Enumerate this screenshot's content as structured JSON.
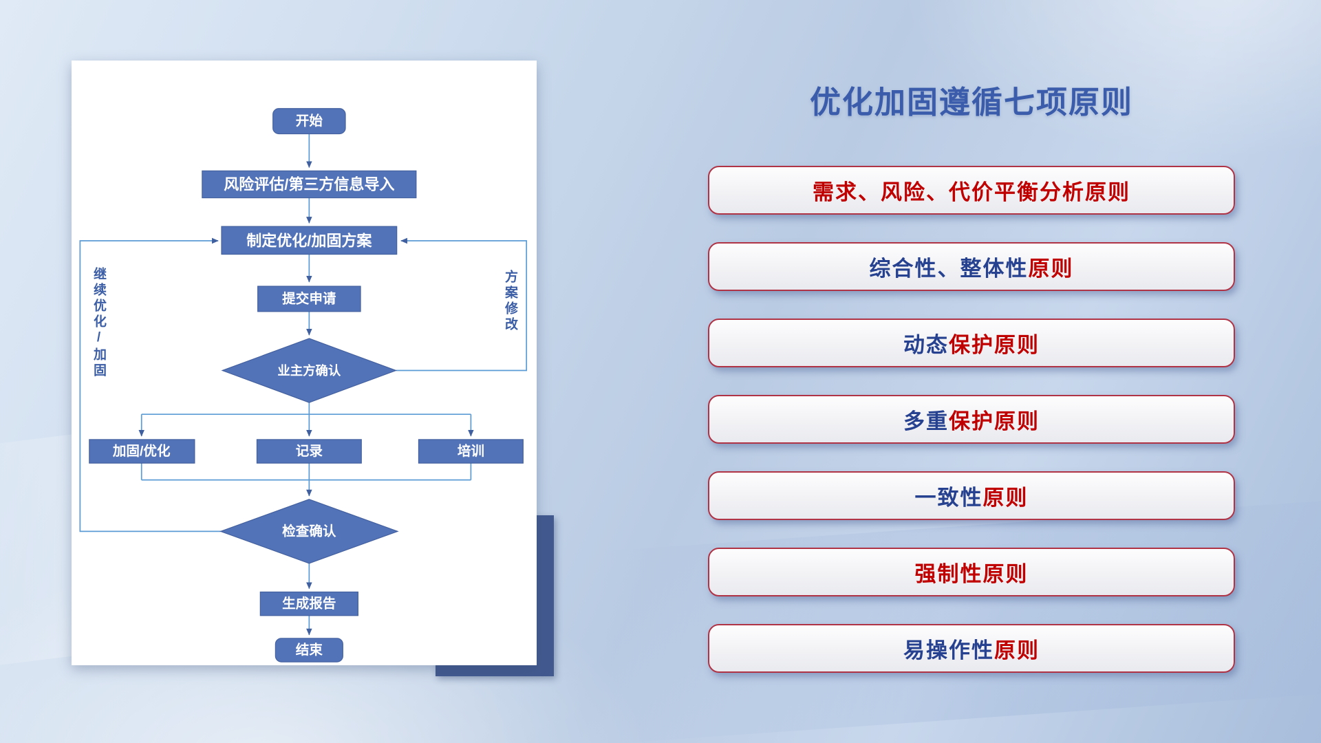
{
  "slide": {
    "title": "优化加固遵循七项原则"
  },
  "colors": {
    "title_blue": "#3a5cab",
    "node_fill_blue": "#5373b9",
    "connector_blue": "#5b9bd5",
    "arrowhead_navy": "#3f5f9e",
    "principle_border_red": "#b03345",
    "text_navy": "#26418f",
    "text_red": "#c00000",
    "backdrop_navy": "#41598f"
  },
  "flowchart": {
    "nodes": {
      "start": "开始",
      "risk_import": "风险评估/第三方信息导入",
      "make_plan": "制定优化/加固方案",
      "submit": "提交申请",
      "owner_confirm": "业主方确认",
      "reinforce": "加固/优化",
      "record": "记录",
      "training": "培训",
      "check_confirm": "检查确认",
      "report": "生成报告",
      "end": "结束"
    },
    "labels": {
      "left_loop": "继续优化/加固",
      "right_loop": "方案修改"
    }
  },
  "principles": [
    {
      "segments": [
        {
          "text": "需求、风险、代价平衡分析原则",
          "color": "#c00000"
        }
      ]
    },
    {
      "segments": [
        {
          "text": "综合性、整体性",
          "color": "#26418f"
        },
        {
          "text": "原则",
          "color": "#c00000"
        }
      ]
    },
    {
      "segments": [
        {
          "text": "动态",
          "color": "#26418f"
        },
        {
          "text": "保护原则",
          "color": "#c00000"
        }
      ]
    },
    {
      "segments": [
        {
          "text": "多重",
          "color": "#26418f"
        },
        {
          "text": "保护原则",
          "color": "#c00000"
        }
      ]
    },
    {
      "segments": [
        {
          "text": "一致性",
          "color": "#26418f"
        },
        {
          "text": "原则",
          "color": "#c00000"
        }
      ]
    },
    {
      "segments": [
        {
          "text": "强制性原则",
          "color": "#c00000"
        }
      ]
    },
    {
      "segments": [
        {
          "text": "易操作性",
          "color": "#26418f"
        },
        {
          "text": "原则",
          "color": "#c00000"
        }
      ]
    }
  ]
}
